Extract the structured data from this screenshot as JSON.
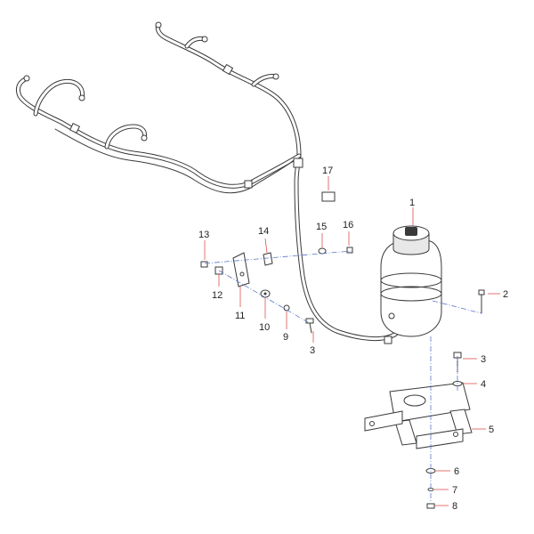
{
  "callouts": {
    "c1": "1",
    "c2": "2",
    "c3a": "3",
    "c3b": "3",
    "c4": "4",
    "c5": "5",
    "c6": "6",
    "c7": "7",
    "c8": "8",
    "c9": "9",
    "c10": "10",
    "c11": "11",
    "c12": "12",
    "c13": "13",
    "c14": "14",
    "c15": "15",
    "c16": "16",
    "c17": "17"
  },
  "colors": {
    "line": "#3a3a3a",
    "leader": "#d9534f",
    "axis": "#5b78c7"
  }
}
